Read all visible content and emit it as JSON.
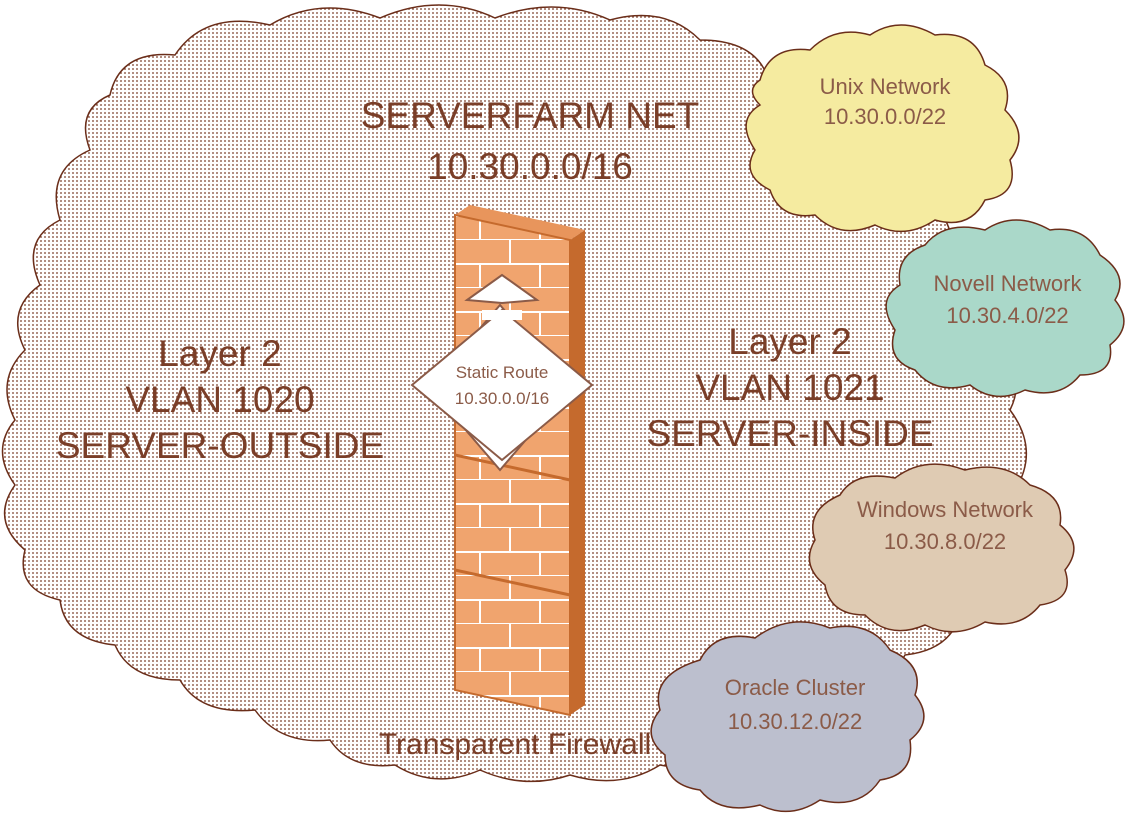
{
  "main_cloud": {
    "title": "SERVERFARM NET",
    "subnet": "10.30.0.0/16"
  },
  "left_segment": {
    "line1": "Layer 2",
    "line2": "VLAN 1020",
    "line3": "SERVER-OUTSIDE"
  },
  "right_segment": {
    "line1": "Layer 2",
    "line2": "VLAN 1021",
    "line3": "SERVER-INSIDE"
  },
  "firewall": {
    "label": "Transparent Firewall"
  },
  "static_route": {
    "label": "Static Route",
    "subnet": "10.30.0.0/16"
  },
  "networks": [
    {
      "name": "Unix Network",
      "subnet": "10.30.0.0/22",
      "color": "#f5eba0"
    },
    {
      "name": "Novell Network",
      "subnet": "10.30.4.0/22",
      "color": "#aad8c9"
    },
    {
      "name": "Windows Network",
      "subnet": "10.30.8.0/22",
      "color": "#dfcbb3"
    },
    {
      "name": "Oracle Cluster",
      "subnet": "10.30.12.0/22",
      "color": "#bcbfce"
    }
  ],
  "colors": {
    "cloud_outline": "#7a3e28",
    "dots": "#7a3e28",
    "firewall_brick": "#f0a46e",
    "firewall_mortar": "#c56a2d"
  }
}
